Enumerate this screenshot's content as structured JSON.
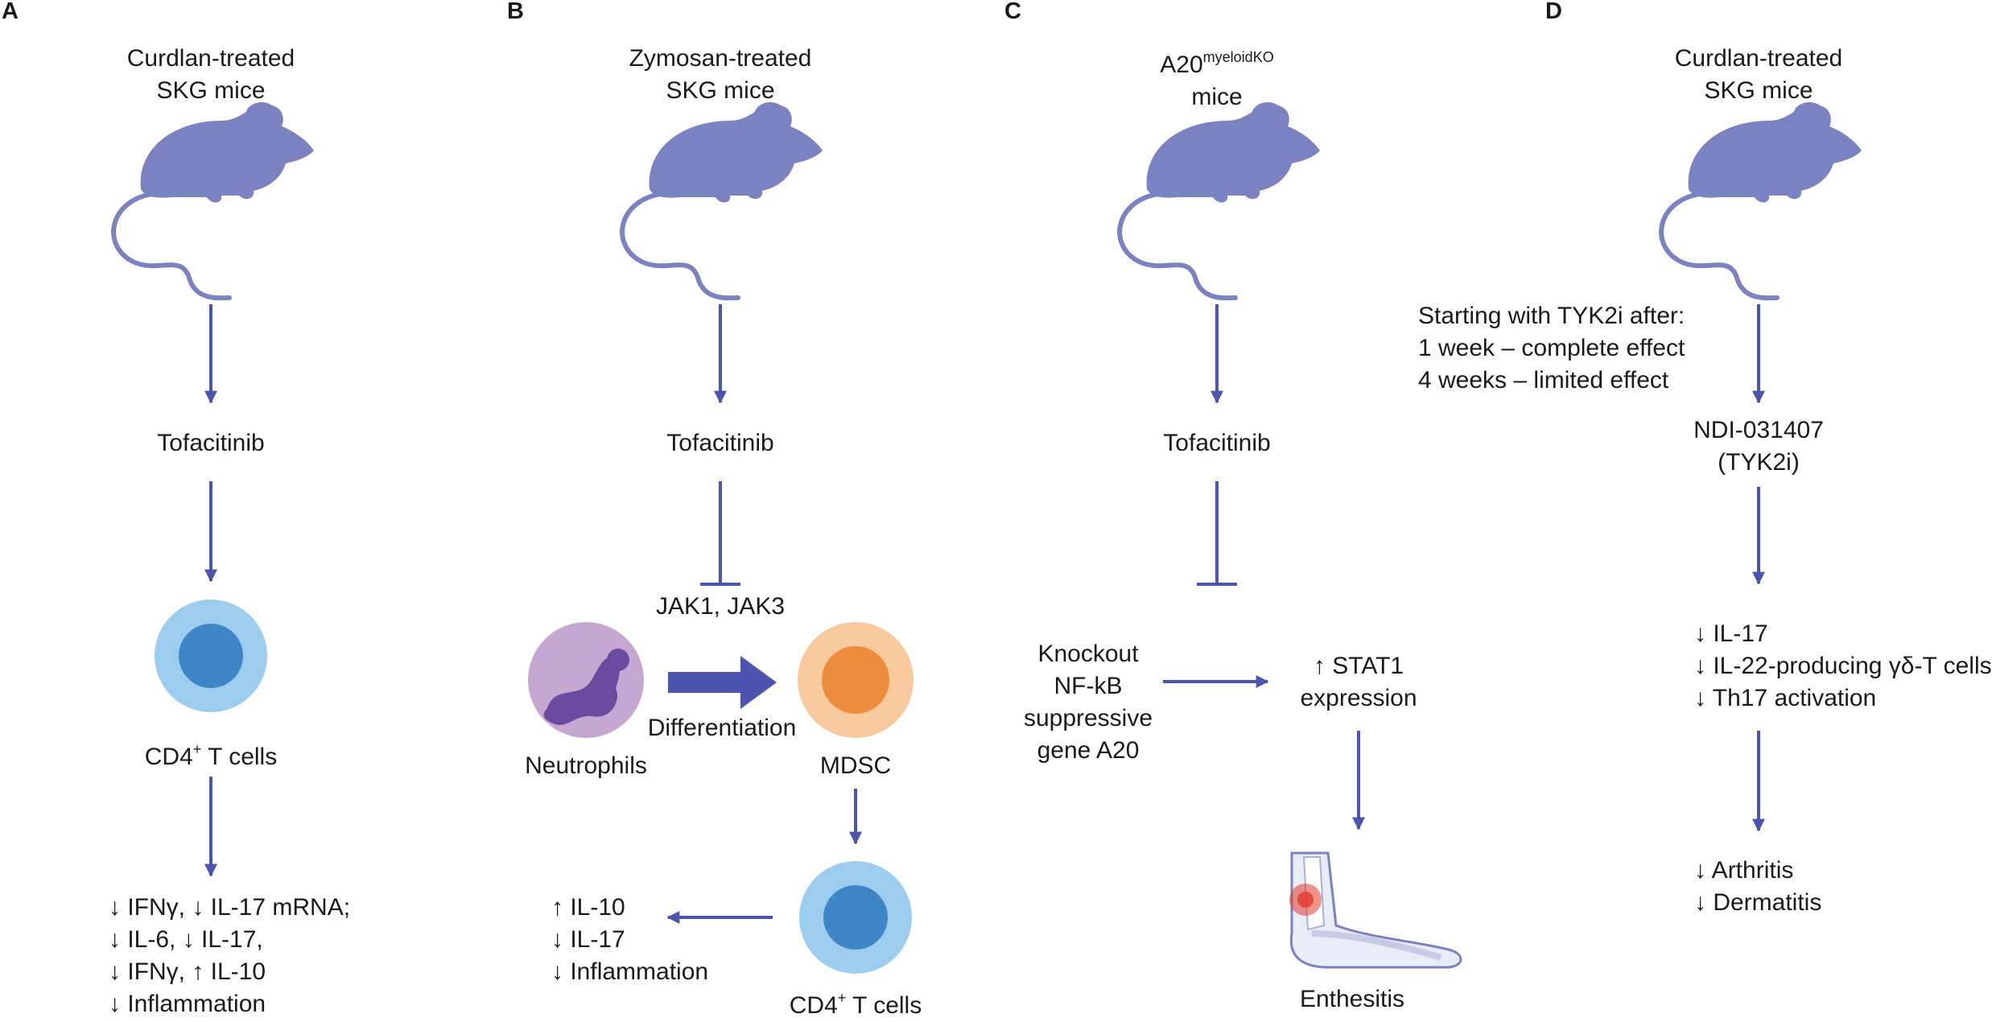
{
  "panels": {
    "a": {
      "letter": "A",
      "subject": [
        "Curdlan-treated",
        "SKG mice"
      ],
      "drug": "Tofacitinib",
      "cell": {
        "main": "CD4",
        "sup": "+",
        "rest": " T cells"
      },
      "outcomes": [
        "↓ IFNγ, ↓ IL-17 mRNA;",
        "↓ IL-6, ↓ IL-17,",
        "↓ IFNγ, ↑ IL-10",
        "↓ Inflammation"
      ]
    },
    "b": {
      "letter": "B",
      "subject": [
        "Zymosan-treated",
        "SKG mice"
      ],
      "drug": "Tofacitinib",
      "target": "JAK1, JAK3",
      "neutrophils": "Neutrophils",
      "differentiation": "Differentiation",
      "mdsc": "MDSC",
      "cell": {
        "main": "CD4",
        "sup": "+",
        "rest": " T cells"
      },
      "outcomes": [
        "↑ IL-10",
        "↓ IL-17",
        "↓ Inflammation"
      ]
    },
    "c": {
      "letter": "C",
      "subject": {
        "main": "A20",
        "sup": "myeloidKO",
        "line2": "mice"
      },
      "drug": "Tofacitinib",
      "knockout": [
        "Knockout",
        "NF-kB",
        "suppressive",
        "gene A20"
      ],
      "stat": [
        "↑ STAT1",
        "expression"
      ],
      "result": "Enthesitis"
    },
    "d": {
      "letter": "D",
      "subject": [
        "Curdlan-treated",
        "SKG mice"
      ],
      "timing": [
        "Starting with TYK2i after:",
        "1 week – complete effect",
        "4 weeks – limited effect"
      ],
      "drug": [
        "NDI-031407",
        "(TYK2i)"
      ],
      "effects": [
        "↓ IL-17",
        "↓ IL-22-producing γδ-T cells",
        "↓ Th17 activation"
      ],
      "outcomes": [
        "↓ Arthritis",
        "↓ Dermatitis"
      ]
    }
  },
  "colors": {
    "mouse": "#7b82c2",
    "arrow": "#4b55b0",
    "tcell_outer": "#9ccdef",
    "tcell_inner": "#3f86c8",
    "neutrophil_outer": "#c5a7d2",
    "neutrophil_nucleus": "#6a4ba0",
    "mdsc_outer": "#f7c99c",
    "mdsc_inner": "#ee8c3d"
  }
}
